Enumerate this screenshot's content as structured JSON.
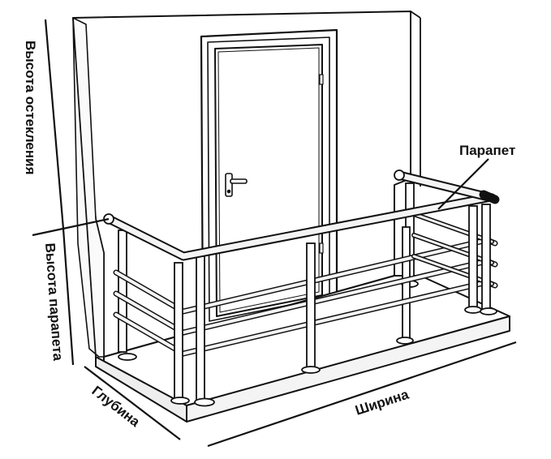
{
  "labels": {
    "glazing_height": "Высота остекления",
    "parapet_height": "Высота парапета",
    "depth": "Глубина",
    "width": "Ширина",
    "parapet": "Парапет"
  },
  "colors": {
    "ink": "#111111",
    "wall": "#ffffff",
    "tube_fill": "#f2f2f2"
  },
  "icons": {
    "door_handle": "door-handle-icon"
  }
}
